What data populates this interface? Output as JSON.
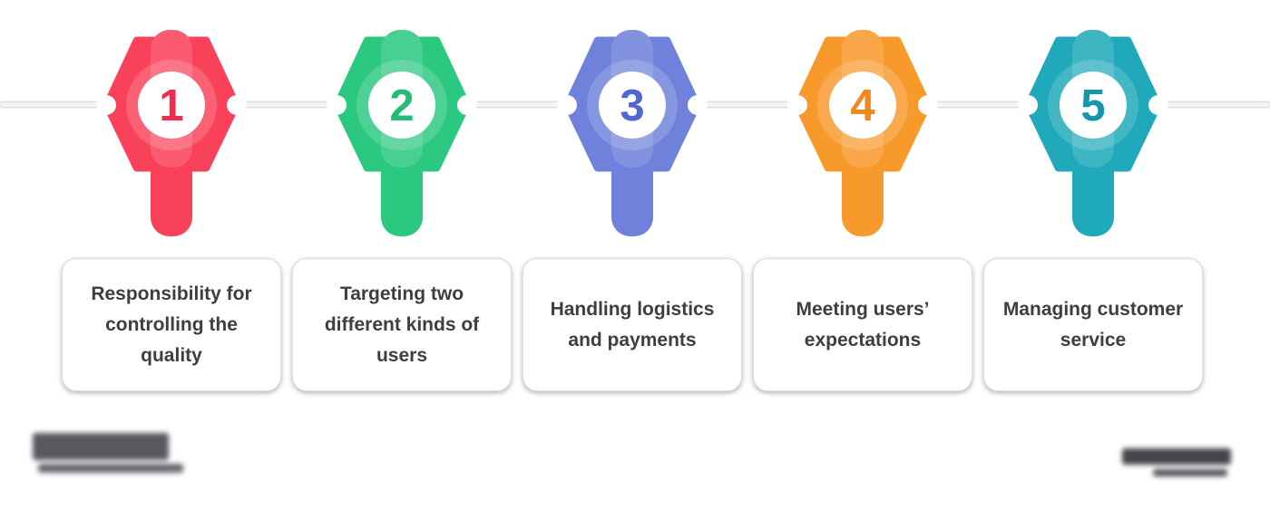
{
  "diagram": {
    "type": "timeline-infographic",
    "description": "Five numbered milestone pins on a horizontal timeline, each with a challenge card below",
    "timeline_color": "#f4f4f4",
    "card_text_color": "#3e3e3e",
    "steps": [
      {
        "number": "1",
        "label": "Responsibility for controlling the quality",
        "color": "#FA415A",
        "number_color": "#EE2C50"
      },
      {
        "number": "2",
        "label": "Targeting two different kinds of users",
        "color": "#2BC880",
        "number_color": "#21BD74"
      },
      {
        "number": "3",
        "label": "Handling logistics and payments",
        "color": "#6F81DA",
        "number_color": "#4E68D0"
      },
      {
        "number": "4",
        "label": "Meeting users’ expectations",
        "color": "#F8992C",
        "number_color": "#F0891A"
      },
      {
        "number": "5",
        "label": "Managing customer service",
        "color": "#1FA9BA",
        "number_color": "#1596AB"
      }
    ],
    "footer": {
      "left_logo": "blurred-wordmark-logo",
      "right_logo": "blurred-wordmark-logo"
    }
  }
}
